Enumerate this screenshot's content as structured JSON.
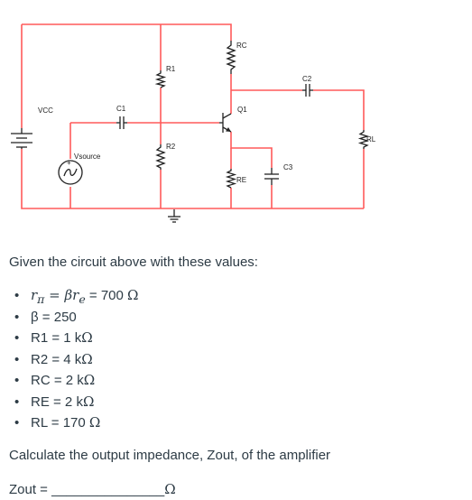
{
  "circuit": {
    "labels": {
      "rc": "RC",
      "r1": "R1",
      "q1": "Q1",
      "c2": "C2",
      "vcc": "VCC",
      "c1": "C1",
      "rl": "RL",
      "r2": "R2",
      "vsource": "Vsource",
      "c3": "C3",
      "re": "RE"
    },
    "wire_color": "#ff5a5a",
    "component_color": "#222222"
  },
  "question": {
    "intro": "Given the circuit above with these values:",
    "values": [
      {
        "id": "rpi",
        "lhs": "r",
        "sub": "π",
        "mid": " = β",
        "lhs2": "r",
        "sub2": "e",
        "rhs": " = 700 ",
        "unit": "Ω"
      },
      {
        "id": "beta",
        "text": "β = 250"
      },
      {
        "id": "r1",
        "text": "R1 = 1 k",
        "unit": "Ω"
      },
      {
        "id": "r2",
        "text": "R2 = 4 k",
        "unit": "Ω"
      },
      {
        "id": "rc",
        "text": "RC = 2 k",
        "unit": "Ω"
      },
      {
        "id": "re",
        "text": "RE = 2 k",
        "unit": "Ω"
      },
      {
        "id": "rl",
        "text": "RL = 170 ",
        "unit": "Ω"
      }
    ],
    "ask": "Calculate the output impedance, Zout, of the amplifier",
    "answer_label": "Zout = ",
    "answer_blank": "_______________",
    "answer_unit": "Ω"
  }
}
